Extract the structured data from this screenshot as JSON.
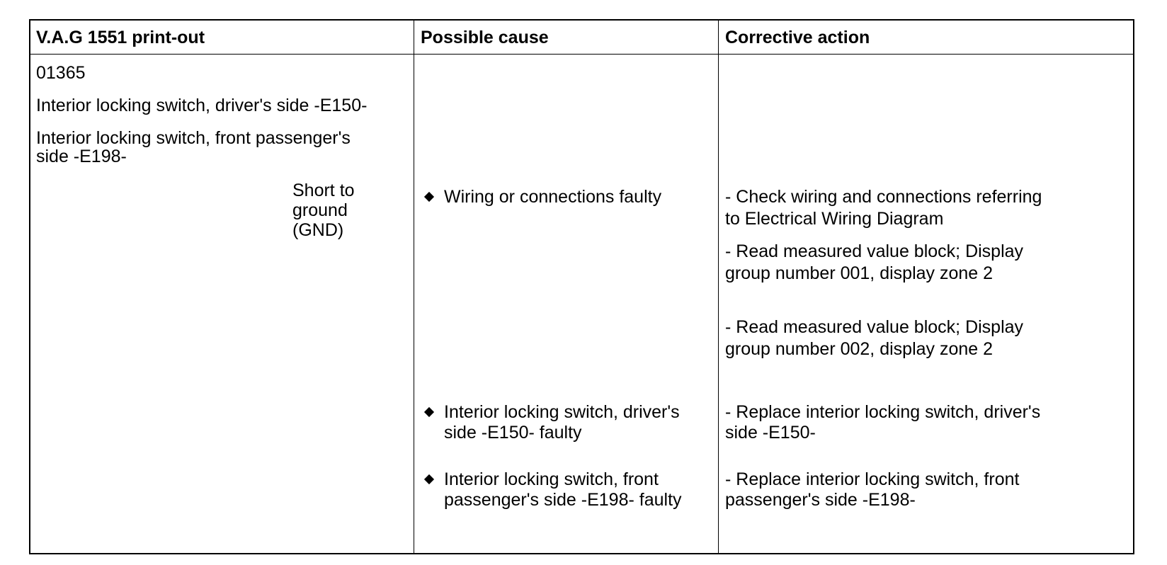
{
  "table": {
    "headers": {
      "printout": "V.A.G 1551 print-out",
      "cause": "Possible cause",
      "action": "Corrective action"
    },
    "printout": {
      "code": "01365",
      "component_1": "Interior locking switch, driver's side -E150-",
      "component_2_line1": "Interior locking switch, front passenger's",
      "component_2_line2": "side -E198-",
      "fault_line1": "Short to",
      "fault_line2": "ground",
      "fault_line3": "(GND)"
    },
    "causes": [
      {
        "line1": "Wiring or connections faulty",
        "line2": ""
      },
      {
        "line1": "Interior locking switch, driver's",
        "line2": "side -E150- faulty"
      },
      {
        "line1": "Interior locking switch, front",
        "line2": "passenger's side -E198- faulty"
      }
    ],
    "actions": [
      {
        "line1": "- Check wiring and connections referring",
        "line2": "to Electrical Wiring Diagram"
      },
      {
        "line1": "- Read measured value block; Display",
        "line2": "group number 001, display zone 2"
      },
      {
        "line1": "- Read measured value block; Display",
        "line2": "group number 002, display zone 2"
      },
      {
        "line1": "- Replace interior locking switch, driver's",
        "line2": "side -E150-"
      },
      {
        "line1": "- Replace interior locking switch, front",
        "line2": "passenger's side -E198-"
      }
    ]
  }
}
